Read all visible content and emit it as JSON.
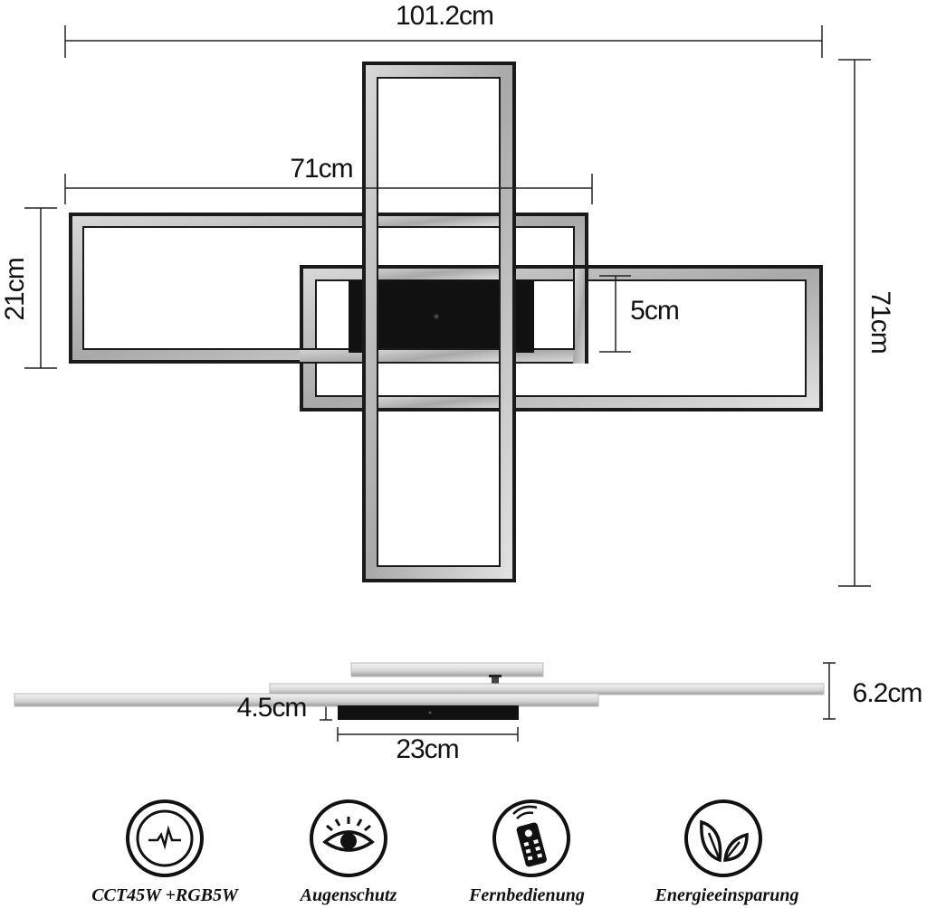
{
  "dimensions": {
    "total_width": "101.2cm",
    "total_height": "71cm",
    "rect_width": "71cm",
    "rect_height": "21cm",
    "box_height": "5cm",
    "side_height": "6.2cm",
    "box_depth": "4.5cm",
    "box_width": "23cm"
  },
  "features": [
    {
      "label": "CCT45W +RGB5W",
      "icon": "power-pulse-icon"
    },
    {
      "label": "Augenschutz",
      "icon": "eye-protection-icon"
    },
    {
      "label": "Fernbedienung",
      "icon": "remote-control-icon"
    },
    {
      "label": "Energieeinsparung",
      "icon": "leaf-icon"
    }
  ],
  "colors": {
    "frame_outer": "#1a1a1a",
    "frame_silver": "#b9b9b9",
    "frame_highlight": "#eeeeee",
    "box": "#111111"
  }
}
